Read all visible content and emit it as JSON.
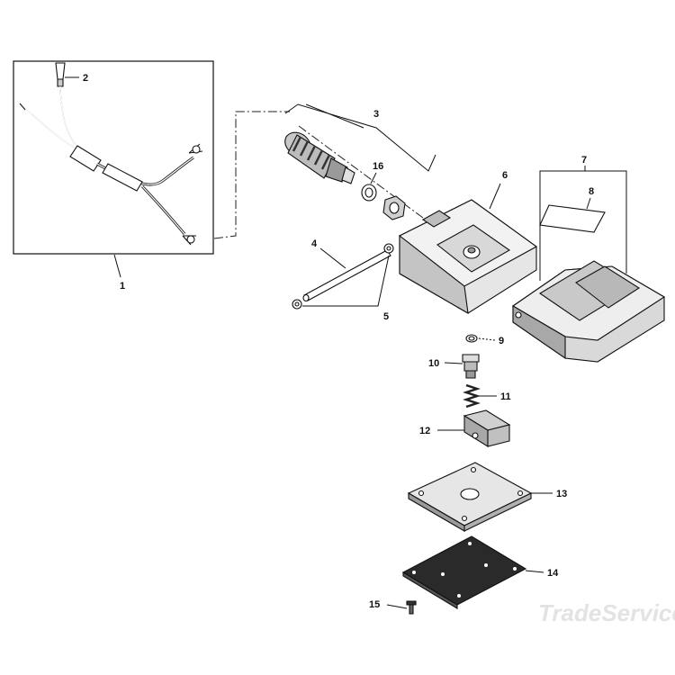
{
  "callouts": {
    "p1": "1",
    "p2": "2",
    "p3": "3",
    "p4": "4",
    "p5": "5",
    "p6": "6",
    "p7": "7",
    "p8": "8",
    "p9": "9",
    "p10": "10",
    "p11": "11",
    "p12": "12",
    "p13": "13",
    "p14": "14",
    "p15": "15",
    "p16": "16"
  },
  "watermark": "TradeService",
  "colors": {
    "line": "#111111",
    "part_fill": "#d4d4d4",
    "part_dark": "#9a9a9a",
    "watermark": "#e3e3e3"
  }
}
